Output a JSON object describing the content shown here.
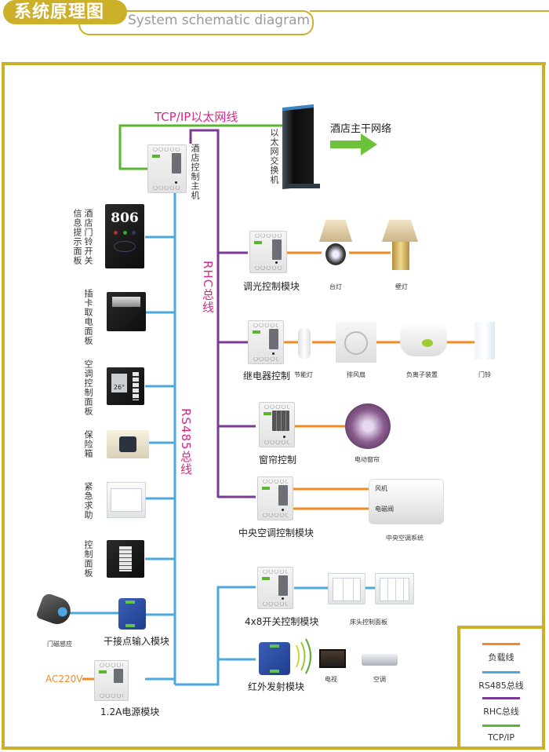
{
  "header": {
    "title": "系统原理图",
    "subtitle": "System schematic diagram"
  },
  "colors": {
    "accent_gold": "#cdb02a",
    "load_line": "#f08a24",
    "rs485_line": "#4aa8dc",
    "rhc_line": "#7b3a96",
    "tcpip_line": "#5cb531",
    "bus_label": "#d7268a"
  },
  "network": {
    "tcp_label": "TCP/IP以太网线",
    "switch_label": "以太网交换机",
    "backbone_label": "酒店主干网络",
    "host_label": "酒店控制主机",
    "rhc_bus_label": "RHC总线",
    "rs485_bus_label": "RS485总线"
  },
  "rs485_devices": [
    {
      "label": "酒店门铃开关",
      "label2": "信息提示面板",
      "room_number": "806"
    },
    {
      "label": "插卡取电面板"
    },
    {
      "label": "空调控制面板",
      "display_temp": "26°"
    },
    {
      "label": "保险箱"
    },
    {
      "label": "紧急求助"
    },
    {
      "label": "控制面板"
    }
  ],
  "dry_contact": {
    "module_label": "干接点输入模块",
    "sensor_label": "门磁感应"
  },
  "power": {
    "input_label": "AC220V",
    "module_label": "1.2A电源模块"
  },
  "rhc_modules": [
    {
      "label": "调光控制模块",
      "loads": [
        "台灯",
        "壁灯"
      ]
    },
    {
      "label": "继电器控制",
      "loads": [
        "节能灯",
        "排风扇",
        "负离子装置",
        "门铃"
      ]
    },
    {
      "label": "窗帘控制",
      "loads": [
        "电动窗帘"
      ]
    },
    {
      "label": "中央空调控制模块",
      "loads": [
        "风机",
        "电磁阀"
      ],
      "system_label": "中央空调系统"
    }
  ],
  "rs485_right": [
    {
      "label": "4x8开关控制模块",
      "loads": [
        "床头控制面板"
      ]
    },
    {
      "label": "红外发射模块",
      "loads": [
        "电视",
        "空调"
      ]
    }
  ],
  "legend": [
    {
      "label": "负载线",
      "color": "#f08a24"
    },
    {
      "label": "RS485总线",
      "color": "#4aa8dc"
    },
    {
      "label": "RHC总线",
      "color": "#7b3a96"
    },
    {
      "label": "TCP/IP",
      "color": "#5cb531"
    }
  ]
}
